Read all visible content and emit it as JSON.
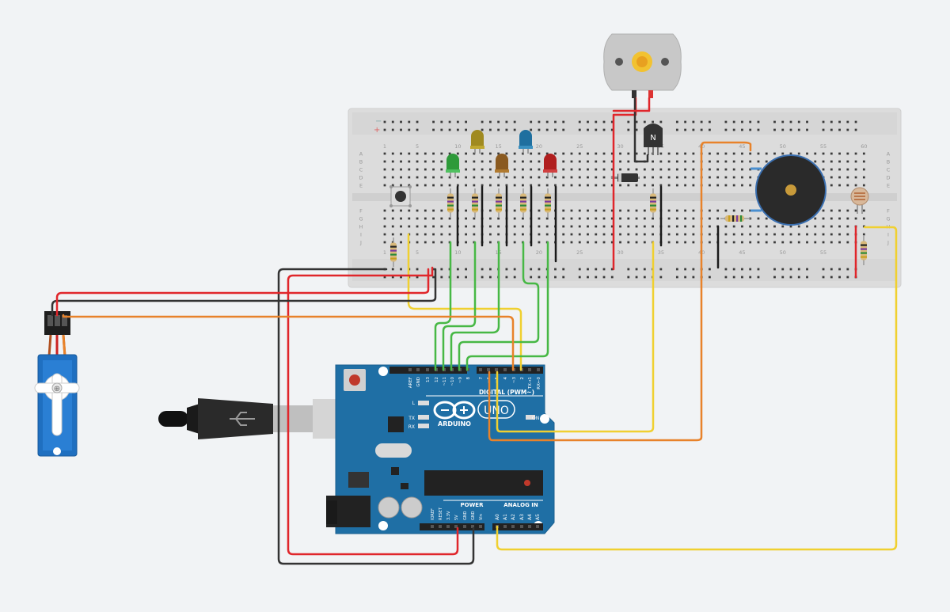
{
  "breadboard": {
    "column_numbers": [
      "1",
      "5",
      "10",
      "15",
      "20",
      "25",
      "30",
      "35",
      "40",
      "45",
      "50",
      "55",
      "60"
    ],
    "row_letters_top": [
      "A",
      "B",
      "C",
      "D",
      "E"
    ],
    "row_letters_bottom": [
      "F",
      "G",
      "H",
      "I",
      "J"
    ],
    "rail_minus": "−",
    "rail_plus": "+"
  },
  "transistor": {
    "label": "N"
  },
  "arduino": {
    "brand": "ARDUINO",
    "model": "UNO",
    "on_label": "ON",
    "l_label": "L",
    "tx_label": "TX",
    "rx_label": "RX",
    "digital_header": "DIGITAL (PWM~)",
    "power_header": "POWER",
    "analog_header": "ANALOG IN",
    "digital_pins": [
      "AREF",
      "GND",
      "13",
      "12",
      "~11",
      "~10",
      "~9",
      "8",
      "7",
      "~6",
      "~5",
      "4",
      "~3",
      "2",
      "TX→1",
      "RX←0"
    ],
    "power_pins": [
      "IOREF",
      "RESET",
      "3.3V",
      "5V",
      "GND",
      "GND",
      "Vin"
    ],
    "analog_pins": [
      "A0",
      "A1",
      "A2",
      "A3",
      "A4",
      "A5"
    ]
  },
  "colors": {
    "wire_red": "#e0262b",
    "wire_black": "#333333",
    "wire_orange": "#e8822a",
    "wire_yellow": "#f0d030",
    "wire_green": "#47b845",
    "board_blue": "#1f6fa5",
    "breadboard": "#dcdcdc"
  }
}
